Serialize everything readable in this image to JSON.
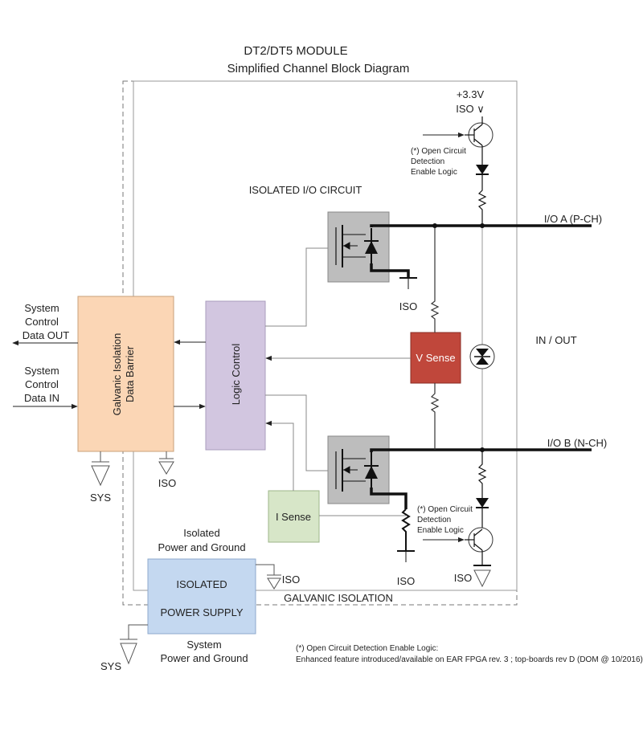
{
  "title": {
    "line1": "DT2/DT5 MODULE",
    "line2": "Simplified Channel Block Diagram"
  },
  "top_supply": {
    "voltage": "+3.3V",
    "iso": "ISO ∨"
  },
  "ocd_note_top": [
    "(*) Open Circuit",
    "Detection",
    "Enable Logic"
  ],
  "ocd_note_bottom": [
    "(*) Open Circuit",
    "Detection",
    "Enable Logic"
  ],
  "isolated_io_label": "ISOLATED I/O CIRCUIT",
  "io_a_label": "I/O A (P-CH)",
  "io_b_label": "I/O B (N-CH)",
  "in_out_label": "IN / OUT",
  "blocks": {
    "galvanic_barrier": [
      "Galvanic Isolation",
      "Data Barrier"
    ],
    "logic_control": "Logic Control",
    "v_sense": "V Sense",
    "i_sense": "I Sense",
    "power_supply_line1": "ISOLATED",
    "power_supply_line2": "POWER SUPPLY"
  },
  "system_out": [
    "System",
    "Control",
    "Data OUT"
  ],
  "system_in": [
    "System",
    "Control",
    "Data IN"
  ],
  "ground_labels": {
    "sys_barrier": "SYS",
    "iso_barrier": "ISO",
    "iso_upper_mosfet": "ISO",
    "iso_lower_mosfet": "ISO",
    "iso_bottom_right": "ISO",
    "iso_power": "ISO",
    "sys_power": "SYS"
  },
  "isolated_power_label": [
    "Isolated",
    "Power and Ground"
  ],
  "system_power_label": [
    "System",
    "Power and Ground"
  ],
  "galvanic_isolation_label": "GALVANIC ISOLATION",
  "footnote": [
    "(*) Open Circuit Detection Enable Logic:",
    "Enhanced feature introduced/available on EAR FPGA rev. 3 ; top-boards rev D (DOM @ 10/2016)"
  ],
  "colors": {
    "galvanic_barrier": "#fbd6b5",
    "logic_control": "#d2c6e0",
    "v_sense": "#c0473b",
    "i_sense": "#d7e6c8",
    "power_supply": "#c4d8f0",
    "mosfet": "#bdbdbd"
  }
}
